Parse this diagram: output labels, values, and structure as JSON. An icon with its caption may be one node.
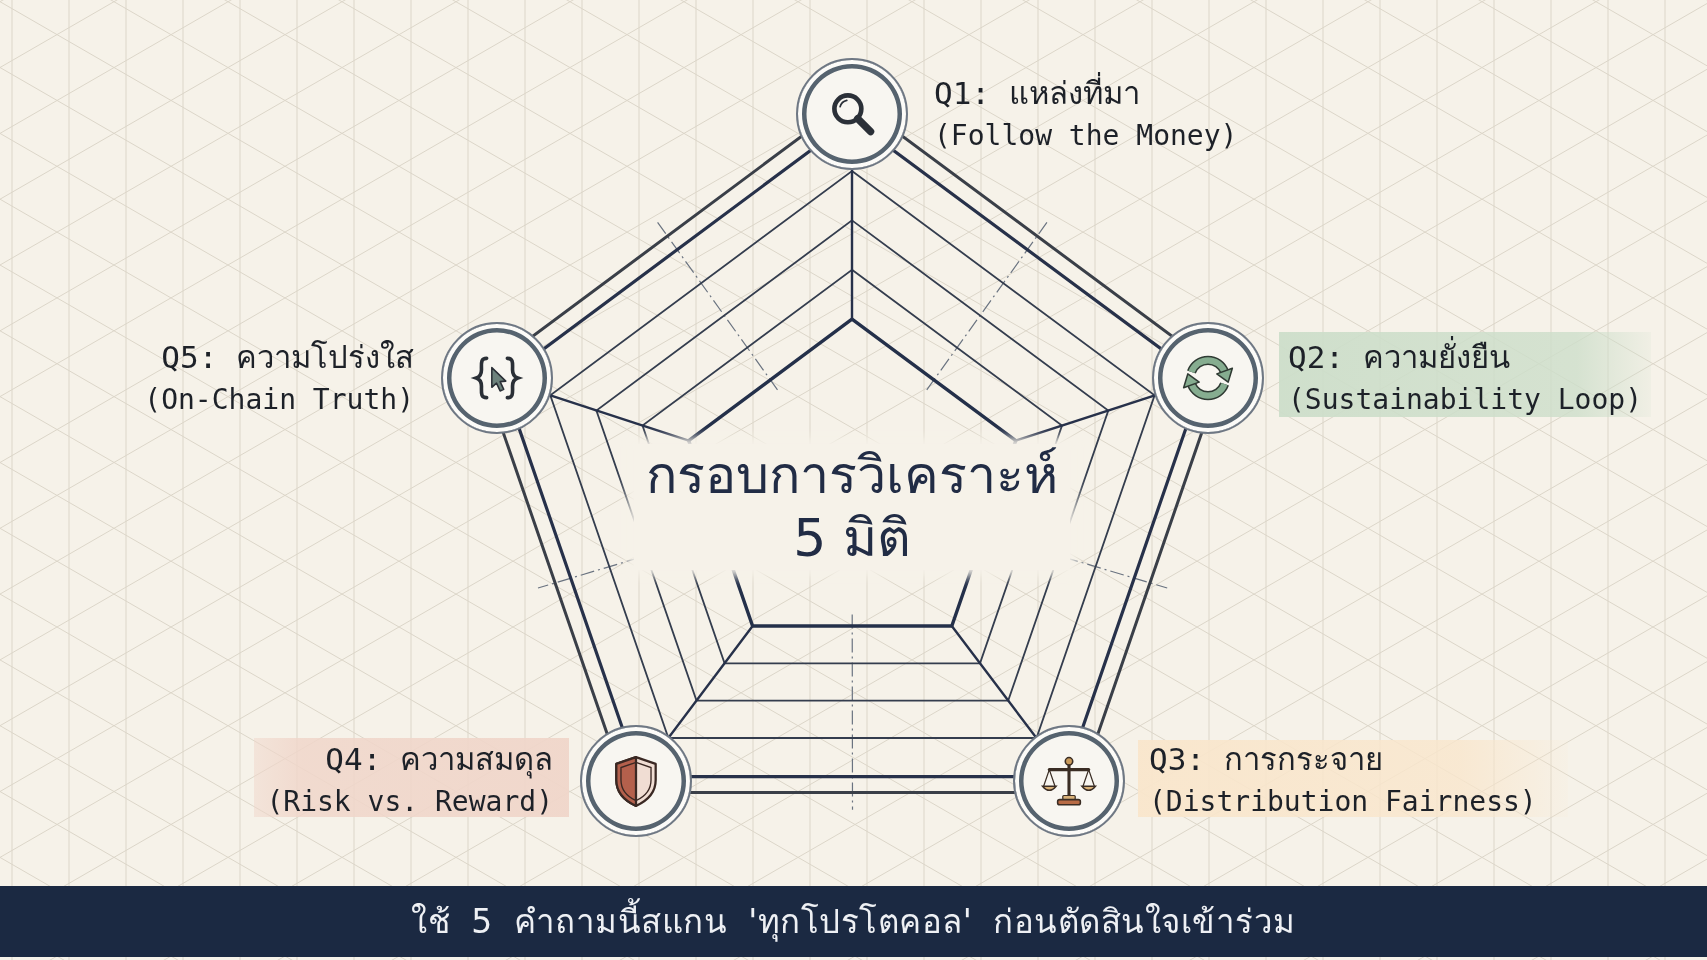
{
  "diagram": {
    "nodes": [
      {
        "text": [
          "กรอบการวิเคราะห์ 5 มิติ"
        ]
      },
      {
        "text": [],
        "shape": "circle",
        "beside": [
          "Q1: แหล่งที่มา",
          "(Follow the Money)"
        ]
      },
      {
        "text": [],
        "shape": "circle",
        "beside": [
          "Q5: ความโปร่งใส",
          "(On-Chain Truth)"
        ]
      },
      {
        "text": [],
        "shape": "circle",
        "beside": [
          "Q2: ความยั่งยืน",
          "(Sustainability Loop)"
        ]
      },
      {
        "text": [],
        "shape": "circle",
        "beside": [
          "Q4: ความสมดุล",
          "(Risk vs. Reward)"
        ]
      },
      {
        "text": [],
        "shape": "circle",
        "beside": [
          "Q3: การกระจาย",
          "(Distribution Fairness)"
        ]
      },
      {
        "text": [
          "ใช้ 5 คำถามนี้สแกน 'ทุกโปรโตคอล' ก่อนตัดสินใจเข้าร่วม"
        ]
      }
    ]
  }
}
